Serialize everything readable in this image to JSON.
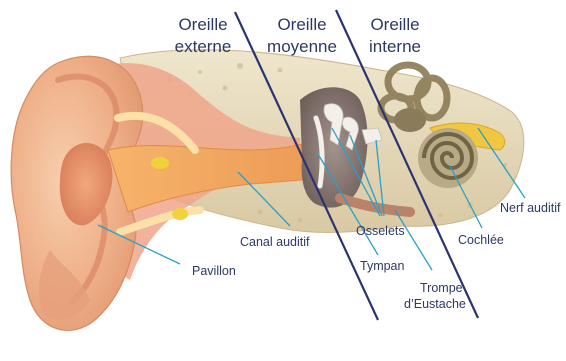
{
  "regions": {
    "outer": {
      "line1": "Oreille",
      "line2": "externe"
    },
    "middle": {
      "line1": "Oreille",
      "line2": "moyenne"
    },
    "inner": {
      "line1": "Oreille",
      "line2": "interne"
    }
  },
  "labels": {
    "nerf": "Nerf auditif",
    "canal": "Canal auditif",
    "osselets": "Osselets",
    "cochlee": "Cochlée",
    "tympan": "Tympan",
    "pavillon": "Pavillon",
    "trompe_line1": "Trompe",
    "trompe_line2": "d’Eustache"
  },
  "colors": {
    "divider": "#2a3470",
    "leader": "#2aa0c8",
    "text": "#2c3a63",
    "skin": "#f0b790",
    "bone": "#e7dcc0",
    "canal": "#f3a55d",
    "cavity": "#8a7a76",
    "nerve": "#f0c540"
  }
}
